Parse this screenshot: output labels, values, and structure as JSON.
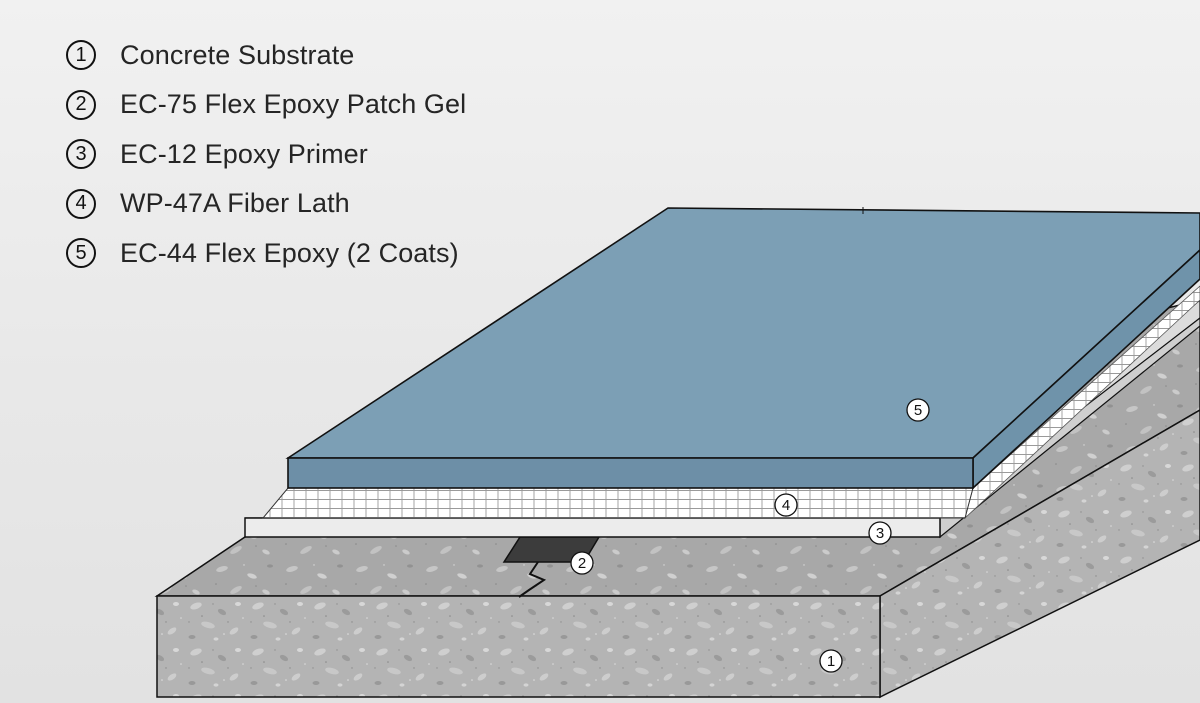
{
  "legend": {
    "items": [
      {
        "number": "1",
        "label": "Concrete Substrate"
      },
      {
        "number": "2",
        "label": "EC-75 Flex Epoxy Patch Gel"
      },
      {
        "number": "3",
        "label": "EC-12 Epoxy Primer"
      },
      {
        "number": "4",
        "label": "WP-47A Fiber Lath"
      },
      {
        "number": "5",
        "label": "EC-44 Flex Epoxy (2 Coats)"
      }
    ]
  },
  "callouts": {
    "concrete": "1",
    "patch_gel": "2",
    "primer": "3",
    "fiber_lath": "4",
    "flex_epoxy": "5"
  },
  "colors": {
    "background": "#ececec",
    "concrete": "#b3b3b3",
    "concrete_top": "#a9a9a9",
    "patch_gel": "#3c3c3c",
    "primer": "#e9e9e9",
    "fiber_lath": "#ffffff",
    "epoxy_top": "#7c9fb5",
    "epoxy_front": "#6d8fa7",
    "outline": "#111111"
  }
}
